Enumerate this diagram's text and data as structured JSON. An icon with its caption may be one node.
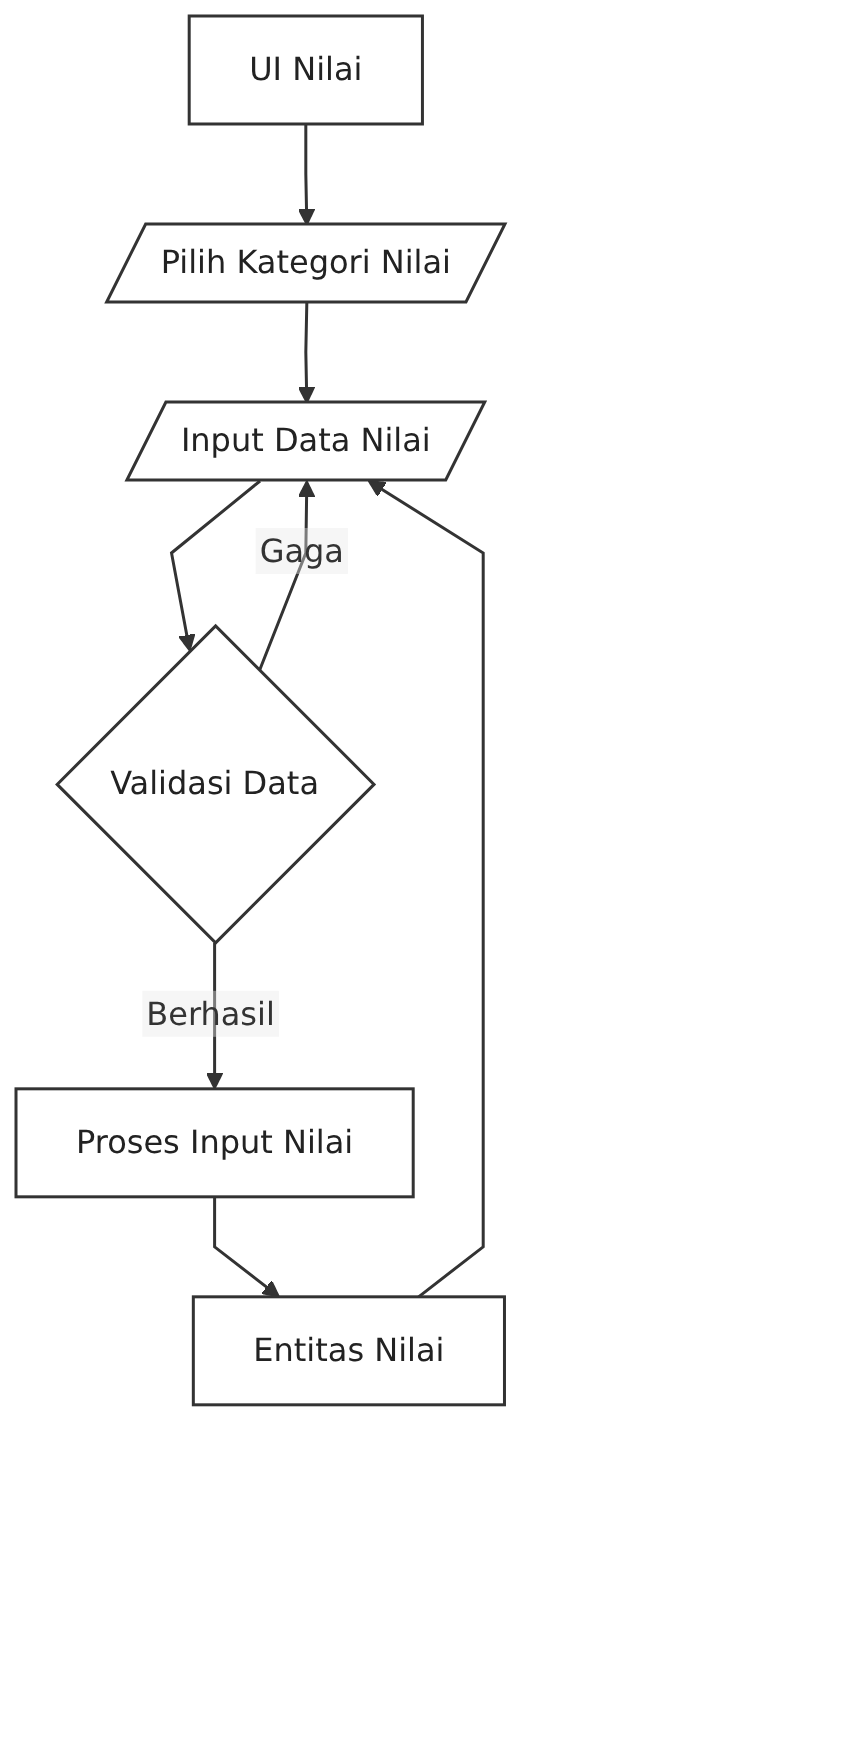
{
  "diagram": {
    "nodes": [
      {
        "text": [
          "UI Nilai"
        ]
      },
      {
        "text": [
          "Pilih Kategori Nilai"
        ]
      },
      {
        "text": [
          "Input Data Nilai"
        ]
      },
      {
        "text": [
          "Validasi Data"
        ]
      },
      {
        "text": [
          "Proses Input Nilai"
        ]
      },
      {
        "text": [
          "Entitas Nilai"
        ]
      }
    ],
    "edges": [
      {
        "from": 0,
        "to": 1,
        "arrow": "to"
      },
      {
        "from": 1,
        "to": 2,
        "arrow": "to"
      },
      {
        "from": 2,
        "to": 3,
        "arrow": "to"
      },
      {
        "from": 3,
        "to": 2,
        "label": "Gaga",
        "arrow": "to"
      },
      {
        "from": 3,
        "to": 4,
        "label": "Berhasil",
        "arrow": "to"
      },
      {
        "from": 4,
        "to": 5,
        "arrow": "to"
      },
      {
        "from": 5,
        "to": 2,
        "arrow": "to"
      }
    ]
  }
}
